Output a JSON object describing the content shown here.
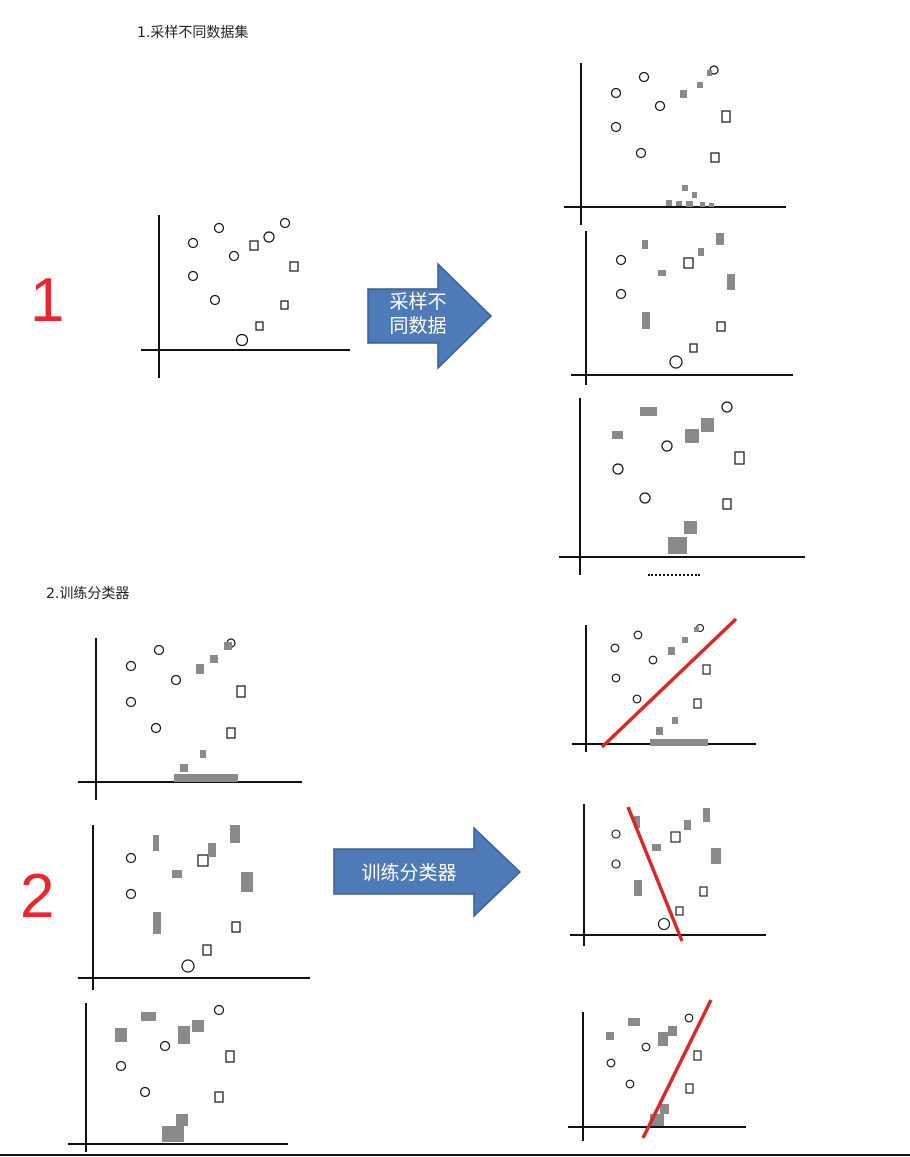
{
  "section1": {
    "title": "1.采样不同数据集",
    "number": "1",
    "arrow_label": "采样不\n同数据",
    "more_indicator": ""
  },
  "section2": {
    "title": "2.训练分类器",
    "number": "2",
    "arrow_label": "训练分类器"
  },
  "colors": {
    "number": "#e8262c",
    "arrow_fill": "#4f7ab8",
    "arrow_stroke": "#3a5f93",
    "classifier_line": "#d62a28",
    "axes": "#111111"
  },
  "scatter_symbols": [
    "circle",
    "square"
  ]
}
